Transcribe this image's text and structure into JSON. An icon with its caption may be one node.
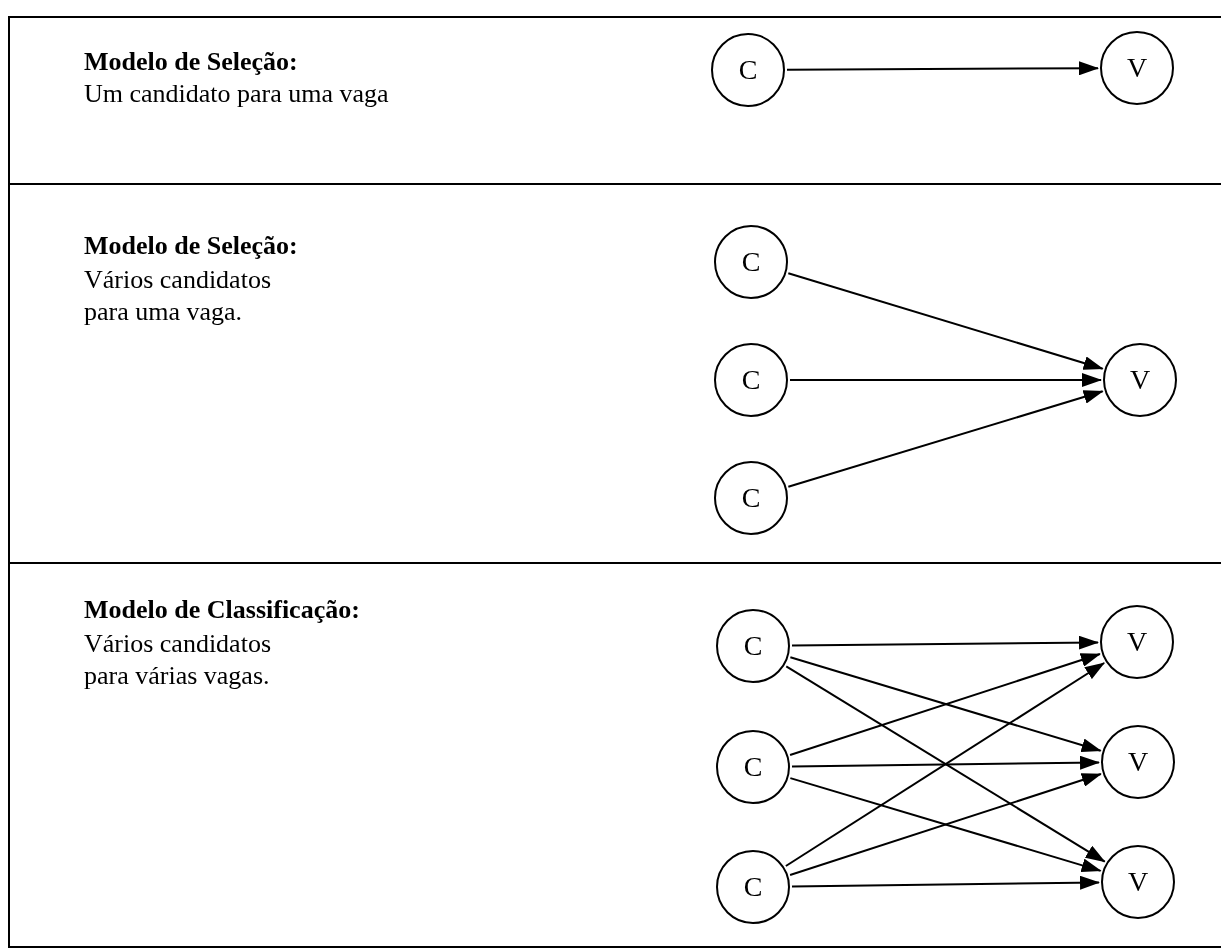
{
  "diagram": {
    "nodes": [
      {
        "text": [
          "Modelo de Seleção:",
          "Um candidato para uma vaga"
        ]
      },
      {
        "text": [
          "C"
        ],
        "in": 0
      },
      {
        "text": [
          "V"
        ],
        "in": 0
      },
      {
        "text": [
          "Modelo de Seleção:",
          "Vários candidatos para uma vaga."
        ]
      },
      {
        "text": [
          "C"
        ],
        "in": 3
      },
      {
        "text": [
          "C"
        ],
        "in": 3
      },
      {
        "text": [
          "C"
        ],
        "in": 3
      },
      {
        "text": [
          "V"
        ],
        "in": 3
      },
      {
        "text": [
          "Modelo de Classificação:",
          "Vários candidatos para várias vagas."
        ]
      },
      {
        "text": [
          "C"
        ],
        "in": 8
      },
      {
        "text": [
          "C"
        ],
        "in": 8
      },
      {
        "text": [
          "C"
        ],
        "in": 8
      },
      {
        "text": [
          "V"
        ],
        "in": 8
      },
      {
        "text": [
          "V"
        ],
        "in": 8
      },
      {
        "text": [
          "V"
        ],
        "in": 8
      }
    ],
    "edges": [
      {
        "from": 1,
        "to": 2,
        "arrow": "to"
      },
      {
        "from": 4,
        "to": 7,
        "arrow": "to"
      },
      {
        "from": 5,
        "to": 7,
        "arrow": "to"
      },
      {
        "from": 6,
        "to": 7,
        "arrow": "to"
      },
      {
        "from": 9,
        "to": 12,
        "arrow": "to"
      },
      {
        "from": 9,
        "to": 13,
        "arrow": "to"
      },
      {
        "from": 9,
        "to": 14,
        "arrow": "to"
      },
      {
        "from": 10,
        "to": 12,
        "arrow": "to"
      },
      {
        "from": 10,
        "to": 13,
        "arrow": "to"
      },
      {
        "from": 10,
        "to": 14,
        "arrow": "to"
      },
      {
        "from": 11,
        "to": 12,
        "arrow": "to"
      },
      {
        "from": 11,
        "to": 13,
        "arrow": "to"
      },
      {
        "from": 11,
        "to": 14,
        "arrow": "to"
      }
    ]
  }
}
